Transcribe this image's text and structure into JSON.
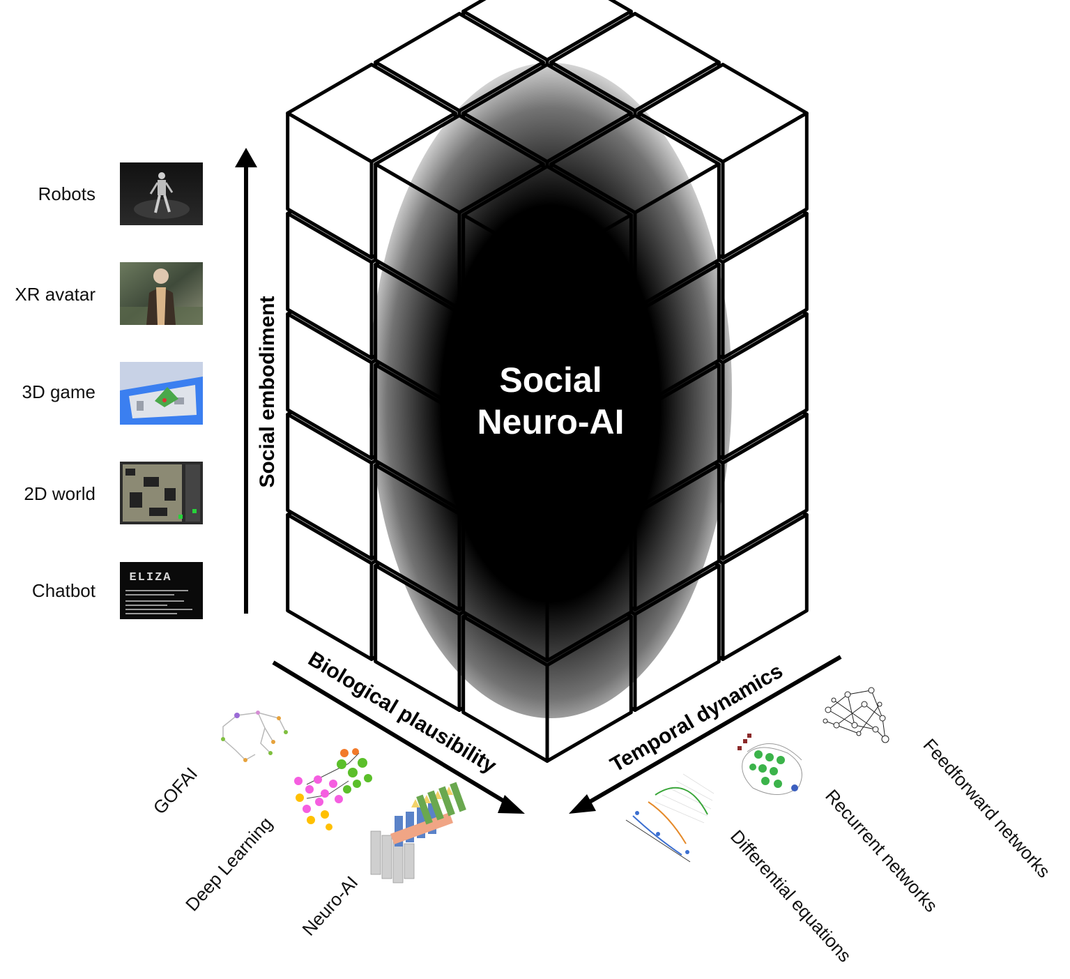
{
  "center_title": [
    "Social",
    "Neuro-AI"
  ],
  "axes": {
    "vertical": "Social embodiment",
    "left": "Biological plausibility",
    "right": "Temporal dynamics"
  },
  "embodiment_levels": [
    "Robots",
    "XR avatar",
    "3D game",
    "2D world",
    "Chatbot"
  ],
  "plausibility_levels": [
    "GOFAI",
    "Deep Learning",
    "Neuro-AI"
  ],
  "dynamics_levels": [
    "Feedforward networks",
    "Recurrent networks",
    "Differential equations"
  ],
  "chatbot_screen_text": "ELIZA",
  "colors": {
    "cube_edge": "#000000",
    "cube_face": "#ffffff",
    "core": "#000000",
    "screen_blue": "#3b7ff0",
    "sky": "#c8d2e6"
  }
}
